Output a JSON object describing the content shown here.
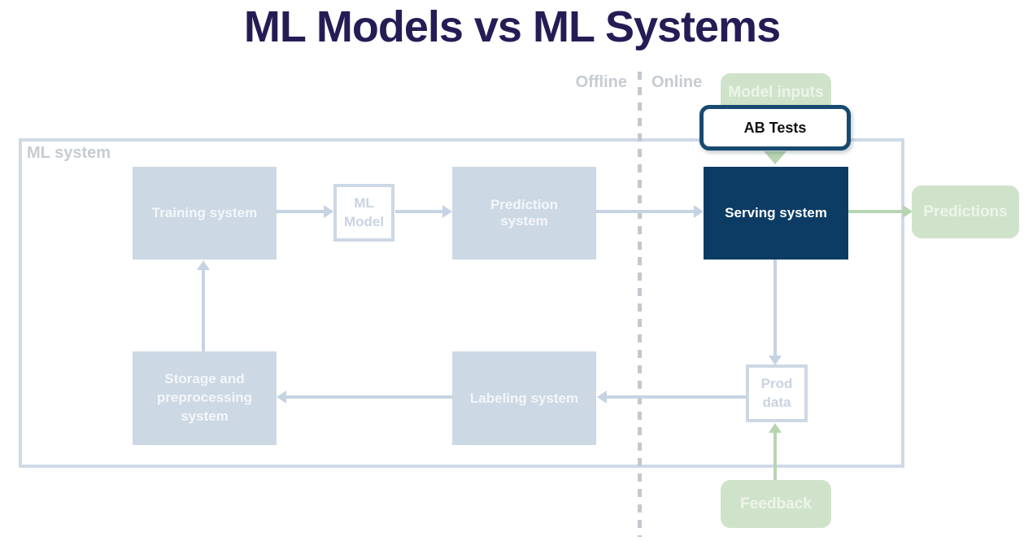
{
  "title": "ML Models vs ML Systems",
  "region_labels": {
    "offline": "Offline",
    "online": "Online"
  },
  "system_boundary": {
    "label": "ML system"
  },
  "nodes": {
    "training_system": {
      "label": "Training system",
      "fill": "#ccd8e4"
    },
    "ml_model": {
      "label": "ML Model",
      "fill": "#ffffff",
      "border": "#ccd8e4"
    },
    "prediction_system": {
      "label": "Prediction system",
      "fill": "#ccd8e4"
    },
    "serving_system": {
      "label": "Serving system",
      "fill": "#0c3c64",
      "highlighted": true
    },
    "ab_tests": {
      "label": "AB Tests",
      "fill": "#ffffff",
      "border": "#174a6f",
      "highlighted": true
    },
    "model_inputs": {
      "label": "Model inputs",
      "fill": "#cfe3ca"
    },
    "predictions": {
      "label": "Predictions",
      "fill": "#cfe3ca"
    },
    "prod_data": {
      "label": "Prod data",
      "fill": "#ffffff",
      "border": "#ccd8e4"
    },
    "storage_preprocessing_system": {
      "label": "Storage and preprocessing system",
      "fill": "#ccd8e4"
    },
    "labeling_system": {
      "label": "Labeling system",
      "fill": "#ccd8e4"
    },
    "feedback": {
      "label": "Feedback",
      "fill": "#cfe3ca"
    }
  },
  "connections": [
    {
      "from": "training_system",
      "to": "ml_model",
      "color": "#c6d3e2"
    },
    {
      "from": "ml_model",
      "to": "prediction_system",
      "color": "#c6d3e2"
    },
    {
      "from": "prediction_system",
      "to": "serving_system",
      "color": "#c6d3e2"
    },
    {
      "from": "serving_system",
      "to": "predictions",
      "color": "#b7d5b0"
    },
    {
      "from": "serving_system",
      "to": "prod_data",
      "color": "#c6d3e2"
    },
    {
      "from": "prod_data",
      "to": "labeling_system",
      "color": "#c6d3e2"
    },
    {
      "from": "labeling_system",
      "to": "storage_preprocessing_system",
      "color": "#c6d3e2"
    },
    {
      "from": "storage_preprocessing_system",
      "to": "training_system",
      "color": "#c6d3e2"
    },
    {
      "from": "model_inputs",
      "to": "serving_system",
      "color": "#b7d5b0"
    },
    {
      "from": "feedback",
      "to": "prod_data",
      "color": "#b7d5b0"
    }
  ],
  "colors": {
    "title_text": "#261c55",
    "muted_label": "#c6ccd2",
    "box_blue": "#ccd8e4",
    "box_blue_text": "#f3f6f9",
    "outline_text": "#c9d3e1",
    "navy_fill": "#0c3c64",
    "navy_border": "#174a6f",
    "green_fill": "#cfe3ca",
    "green_text": "#ecf4e9",
    "arrow_blue": "#c6d3e2",
    "arrow_green": "#b7d5b0",
    "divider_gray": "#c2c8cd"
  }
}
